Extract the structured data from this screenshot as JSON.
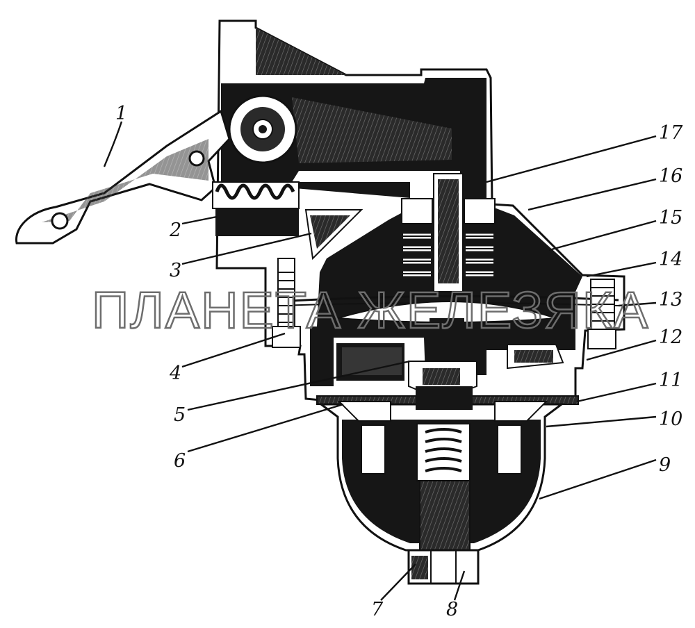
{
  "labels": [
    {
      "id": "1",
      "text": "1"
    },
    {
      "id": "2",
      "text": "2"
    },
    {
      "id": "3",
      "text": "3"
    },
    {
      "id": "4",
      "text": "4"
    },
    {
      "id": "5",
      "text": "5"
    },
    {
      "id": "6",
      "text": "6"
    },
    {
      "id": "7",
      "text": "7"
    },
    {
      "id": "8",
      "text": "8"
    },
    {
      "id": "9",
      "text": "9"
    },
    {
      "id": "10",
      "text": "10"
    },
    {
      "id": "11",
      "text": "11"
    },
    {
      "id": "12",
      "text": "12"
    },
    {
      "id": "13",
      "text": "13"
    },
    {
      "id": "14",
      "text": "14"
    },
    {
      "id": "15",
      "text": "15"
    },
    {
      "id": "16",
      "text": "16"
    },
    {
      "id": "17",
      "text": "17"
    }
  ],
  "watermark": "ПЛАНЕТА ЖЕЛЕЗЯКА",
  "colors": {
    "ink": "#111111",
    "paper": "#ffffff",
    "watermark": "#6d6d6d"
  }
}
